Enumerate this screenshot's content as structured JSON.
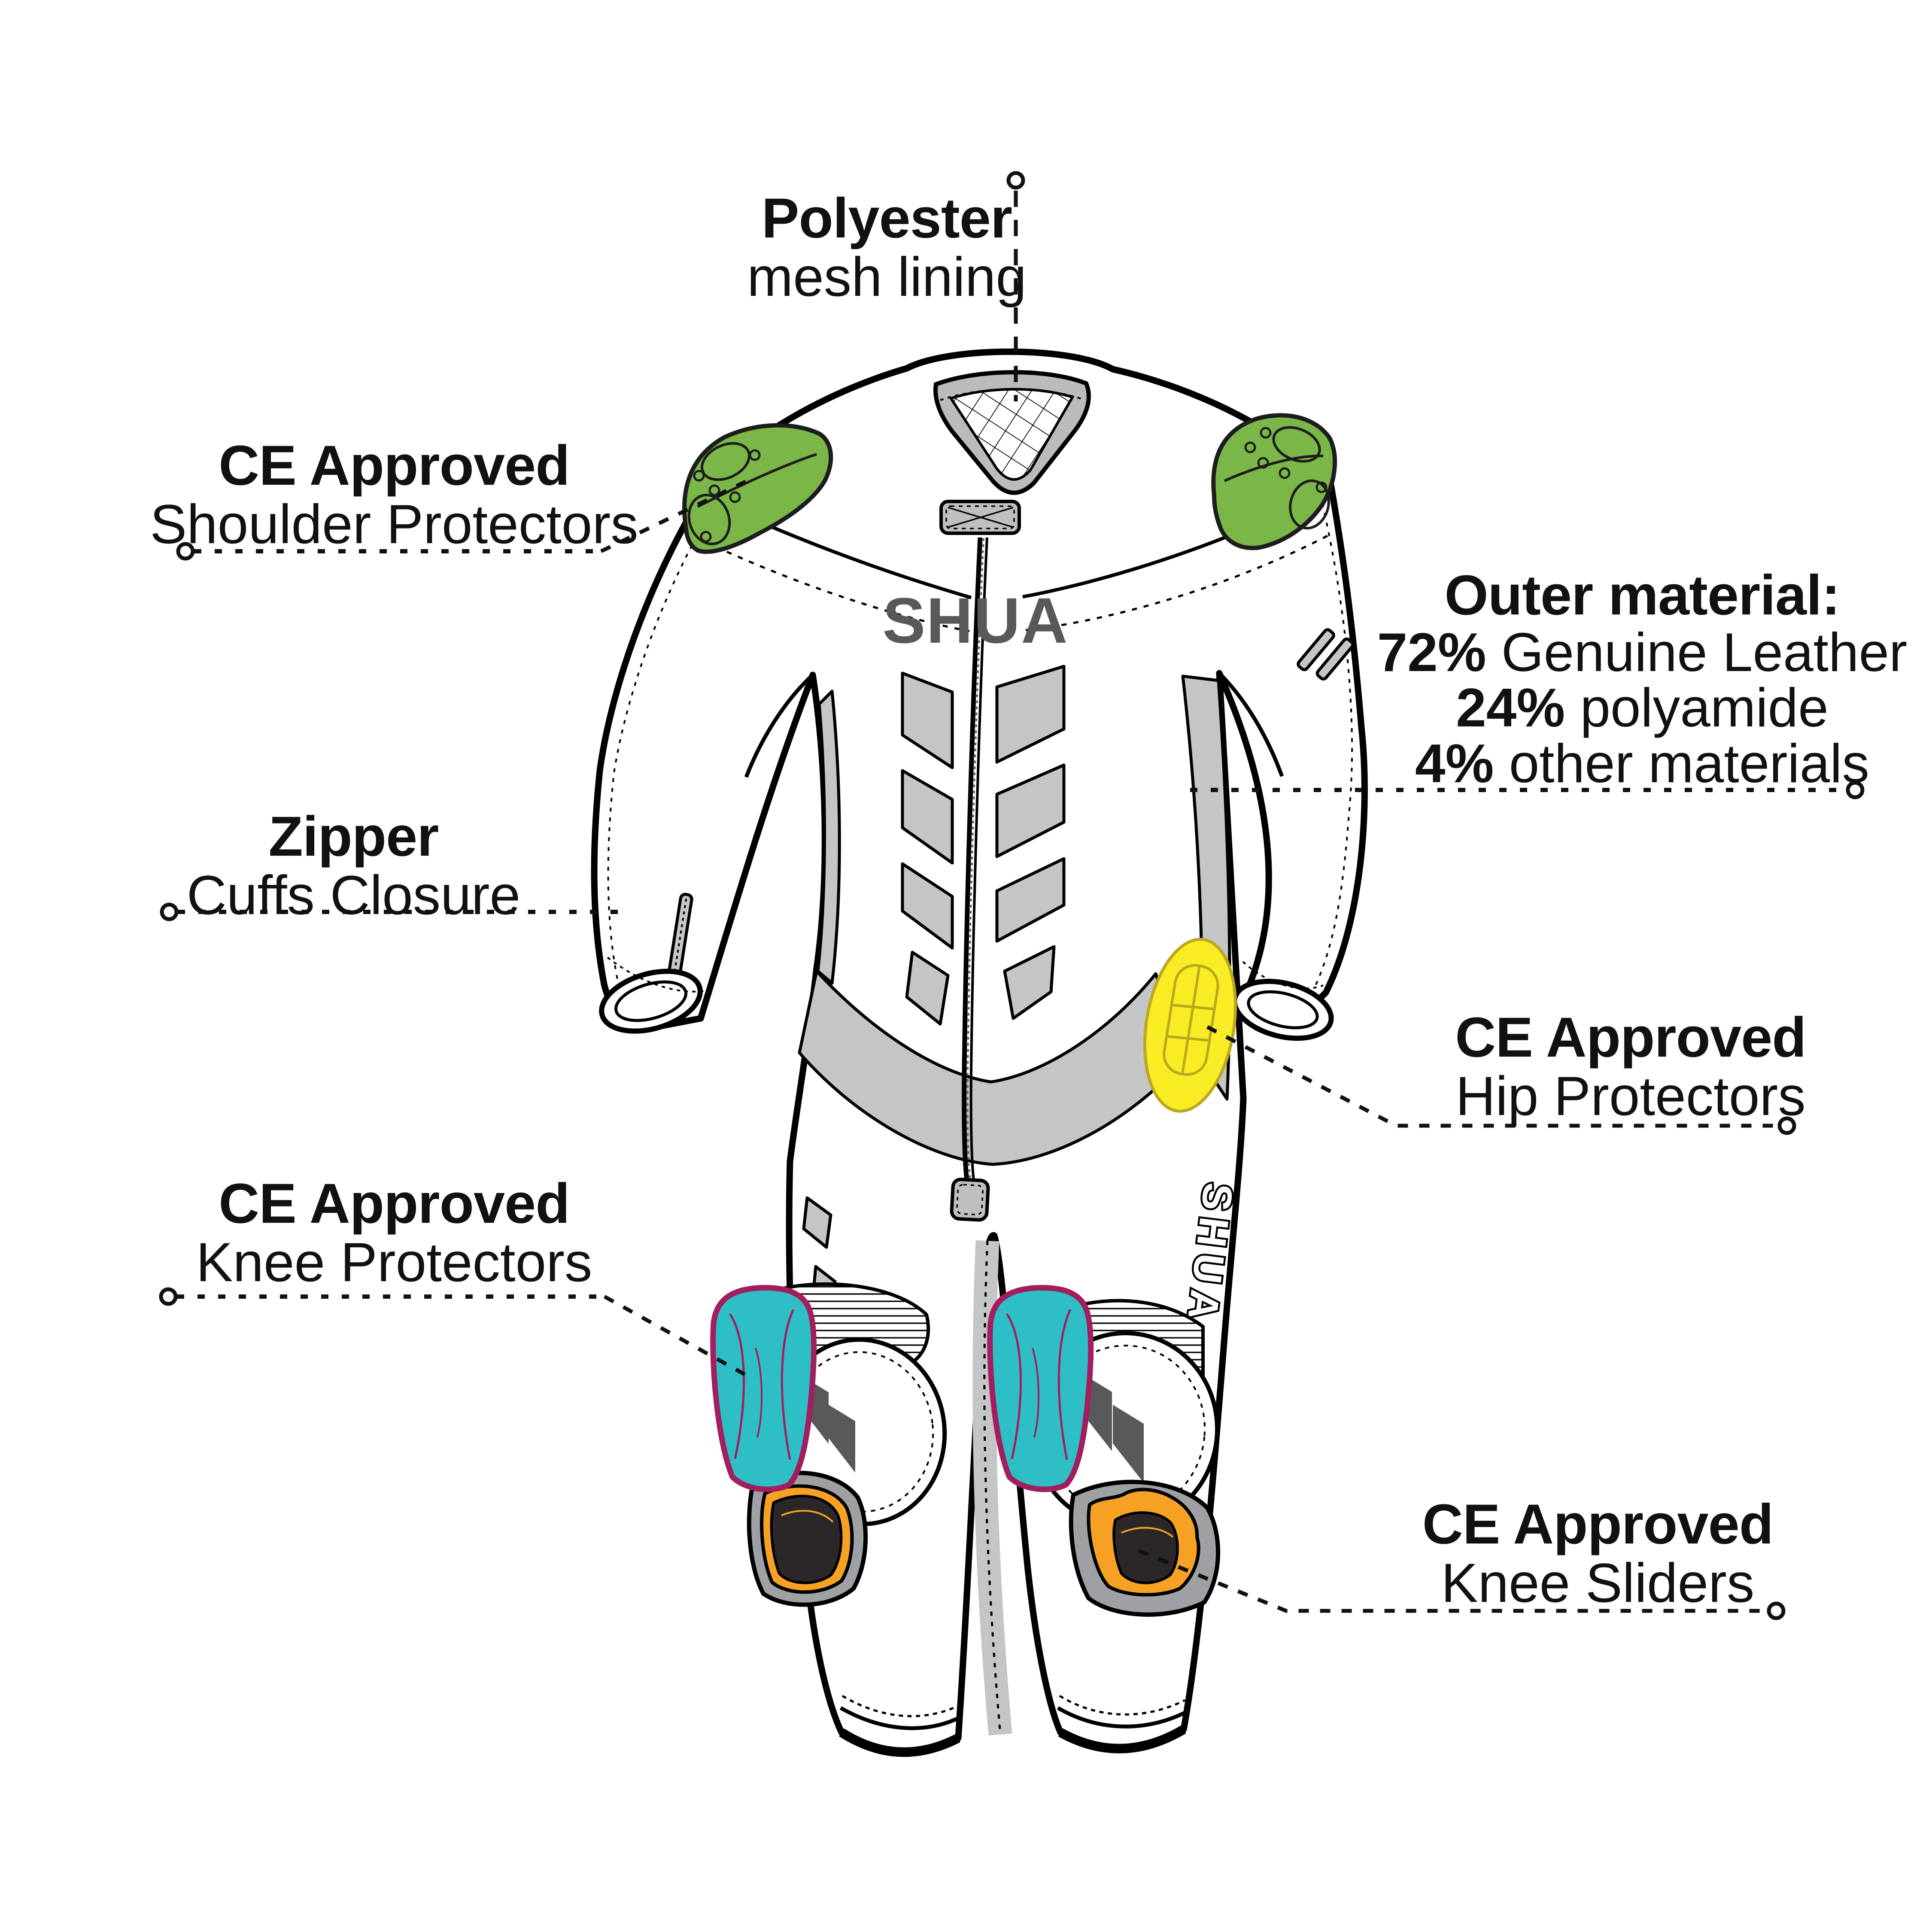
{
  "brand": {
    "chest_logo": "SHUA",
    "leg_logo": "SHUA"
  },
  "callouts": {
    "mesh_lining": {
      "title": "Polyester",
      "subtitle": "mesh lining"
    },
    "shoulder": {
      "title": "CE Approved",
      "subtitle": "Shoulder Protectors"
    },
    "outer_material": {
      "title": "Outer material:",
      "lines": [
        {
          "bold": "72%",
          "rest": " Genuine Leather"
        },
        {
          "bold": "24%",
          "rest": " polyamide"
        },
        {
          "bold": "4%",
          "rest": " other materials"
        }
      ]
    },
    "zipper": {
      "title": "Zipper",
      "subtitle": "Cuffs Closure"
    },
    "hip": {
      "title": "CE Approved",
      "subtitle": "Hip Protectors"
    },
    "knee_protectors": {
      "title": "CE Approved",
      "subtitle": "Knee Protectors"
    },
    "knee_sliders": {
      "title": "CE Approved",
      "subtitle": "Knee Sliders"
    }
  },
  "colors": {
    "shoulder_protector": "#7AB648",
    "hip_protector": "#F8EC25",
    "knee_protector": "#2EBEC6",
    "knee_protector_outline": "#A21E5E",
    "knee_slider": "#F6A124",
    "knee_slider_core": "#2B2728",
    "panel_gray": "#C3C5C7",
    "collar_gray": "#B9BBBD",
    "logo_gray": "#58595B",
    "line": "#111111"
  }
}
